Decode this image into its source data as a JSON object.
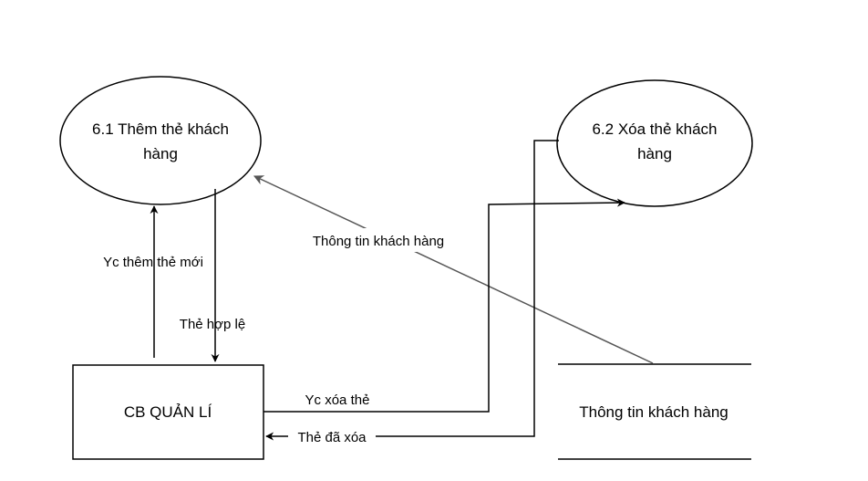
{
  "nodes": {
    "process_1": {
      "line1": "6.1 Thêm thẻ khách",
      "line2": "hàng"
    },
    "process_2": {
      "line1": "6.2 Xóa thẻ khách",
      "line2": "hàng"
    },
    "entity": {
      "label": "CB QUẢN LÍ"
    },
    "datastore": {
      "label": "Thông tin khách hàng"
    }
  },
  "flows": {
    "request_add": "Yc thêm thẻ mới",
    "valid_card": "Thẻ hợp lệ",
    "customer_info": "Thông tin khách hàng",
    "request_delete": "Yc xóa thẻ",
    "deleted_card": "Thẻ đã xóa"
  },
  "colors": {
    "stroke": "#000000",
    "diagonal_stroke": "#555555",
    "background": "#ffffff"
  }
}
